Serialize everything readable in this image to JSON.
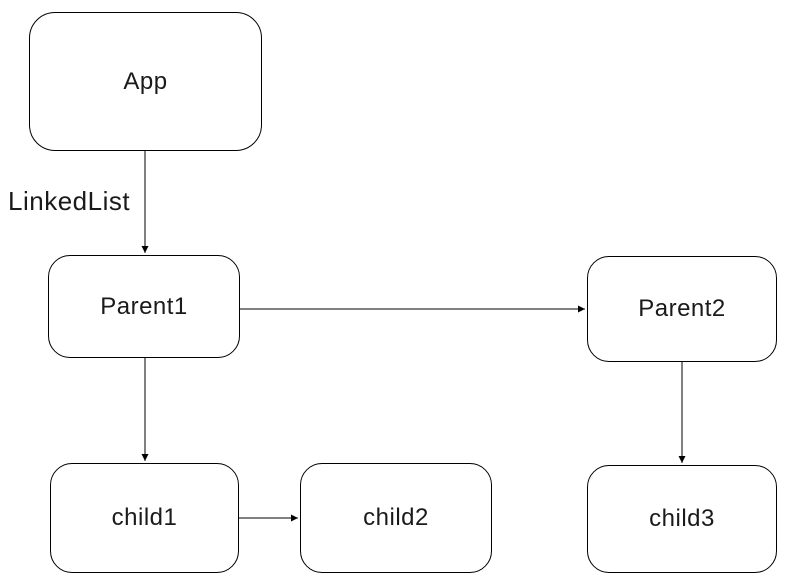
{
  "diagram": {
    "colors": {
      "background": "#ffffff",
      "stroke": "#000000",
      "node_fill": "#ffffff",
      "text": "#1a1a1a"
    },
    "nodes": {
      "app": {
        "label": "App"
      },
      "parent1": {
        "label": "Parent1"
      },
      "parent2": {
        "label": "Parent2"
      },
      "child1": {
        "label": "child1"
      },
      "child2": {
        "label": "child2"
      },
      "child3": {
        "label": "child3"
      }
    },
    "edge_label": "LinkedList",
    "edges": [
      {
        "from": "App",
        "to": "Parent1",
        "label": "LinkedList",
        "direction": "down"
      },
      {
        "from": "Parent1",
        "to": "Parent2",
        "direction": "right"
      },
      {
        "from": "Parent1",
        "to": "child1",
        "direction": "down"
      },
      {
        "from": "child1",
        "to": "child2",
        "direction": "right"
      },
      {
        "from": "Parent2",
        "to": "child3",
        "direction": "down"
      }
    ]
  }
}
